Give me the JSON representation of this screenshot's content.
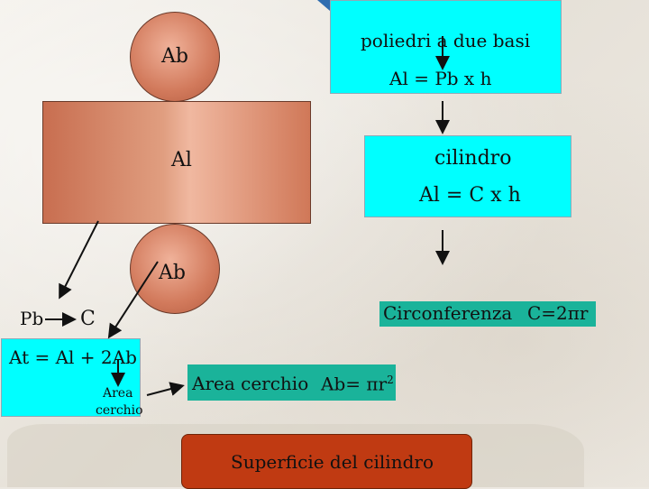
{
  "net": {
    "top_base_label": "Ab",
    "lateral_label": "Al",
    "bottom_base_label": "Ab"
  },
  "perimeter": {
    "pb_label": "Pb",
    "c_label": "C"
  },
  "total_area_box": {
    "formula": "At = Al + 2Ab",
    "sub_label_line1": "Area",
    "sub_label_line2": "cerchio"
  },
  "prism_box": {
    "title": "poliedri a due basi",
    "formula": "Al = Pb x h"
  },
  "cylinder_box": {
    "title": "cilindro",
    "formula": "Al = C x h"
  },
  "circumference_box": {
    "label": "Circonferenza",
    "formula": "C=2πr"
  },
  "circle_area_box": {
    "label": "Area cerchio",
    "formula_base": "Ab= πr",
    "formula_exponent": "2"
  },
  "surface_box": {
    "label": "Superficie del cilindro"
  },
  "colors": {
    "cyan": "#00ffff",
    "teal": "#1ab39a",
    "red": "#c03a12",
    "copper": "#d27a5c"
  }
}
